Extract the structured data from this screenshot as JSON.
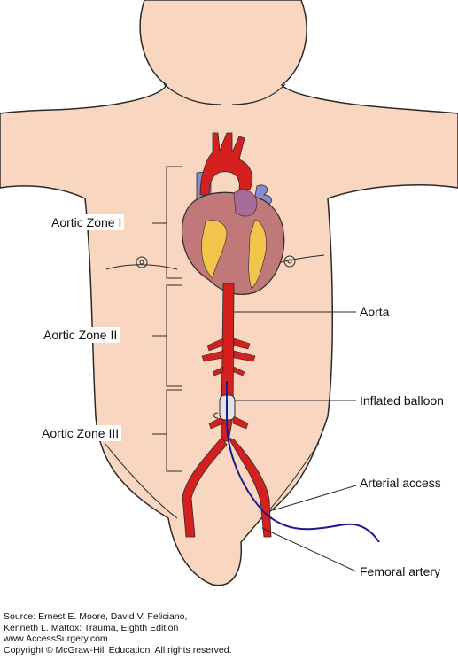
{
  "zones": [
    {
      "label": "Aortic Zone I"
    },
    {
      "label": "Aortic Zone II"
    },
    {
      "label": "Aortic Zone III"
    }
  ],
  "callouts": {
    "aorta": "Aorta",
    "balloon": "Inflated balloon",
    "access": "Arterial access",
    "femoral": "Femoral artery"
  },
  "source": {
    "line1": "Source: Ernest E. Moore, David V. Feliciano,",
    "line2": "Kenneth L. Mattox: Trauma, Eighth Edition",
    "line3": "www.AccessSurgery.com",
    "line4": "Copyright © McGraw-Hill Education. All rights reserved."
  },
  "colors": {
    "skin": "#f8d6bf",
    "outline": "#2a2a2a",
    "artery": "#d4201e",
    "heart": "#c07878",
    "fat": "#f2c54a",
    "vein": "#8a8ad0",
    "catheter": "#1c1c8c"
  }
}
